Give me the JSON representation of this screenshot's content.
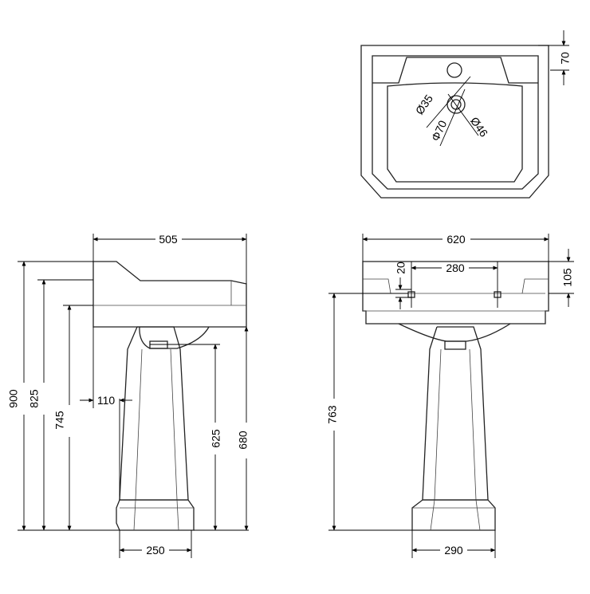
{
  "top_view": {
    "dim_70": "70",
    "dia_35": "Ø35",
    "dia_70": "Φ70",
    "dia_46": "Ø46"
  },
  "side_view": {
    "dim_505": "505",
    "dim_900": "900",
    "dim_825": "825",
    "dim_745": "745",
    "dim_110": "110",
    "dim_625": "625",
    "dim_680": "680",
    "dim_250": "250"
  },
  "front_view": {
    "dim_620": "620",
    "dim_20": "20",
    "dim_280": "280",
    "dim_105": "105",
    "dim_763": "763",
    "dim_290": "290"
  }
}
